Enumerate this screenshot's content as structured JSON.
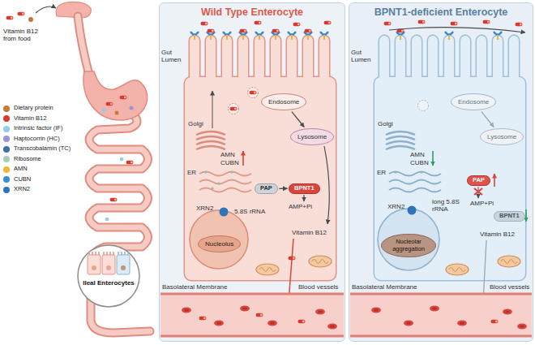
{
  "diagram": {
    "nodes": [
      {
        "text": [
          "Wild Type Enterocyte"
        ]
      },
      {
        "text": [
          "Endosome"
        ],
        "in": 0
      },
      {
        "text": [
          "Lysosome"
        ],
        "in": 0
      },
      {
        "text": [
          "Nucleolus"
        ],
        "in": 0
      },
      {
        "text": [
          "PAP"
        ],
        "in": 0
      },
      {
        "text": [
          "BPNT1"
        ],
        "in": 0
      },
      {
        "text": [
          "BPNT1-deficient Enterocyte"
        ]
      },
      {
        "text": [
          "Endosome"
        ],
        "in": 6
      },
      {
        "text": [
          "Lysosome"
        ],
        "in": 6
      },
      {
        "text": [
          "Nucleolar aggregation"
        ],
        "in": 6
      },
      {
        "text": [
          "PAP"
        ],
        "in": 6
      },
      {
        "text": [
          "BPNT1"
        ],
        "in": 6
      }
    ],
    "edges": [
      {
        "from": 1,
        "to": 2,
        "arrow": "to"
      },
      {
        "from": 4,
        "to": 5,
        "arrow": "to"
      },
      {
        "from": 7,
        "to": 8,
        "arrow": "to"
      }
    ],
    "labels": [
      "Vitamin B12 from food",
      "Ileal Enterocytes",
      "Gut Lumen",
      "Golgi",
      "AMN",
      "CUBN",
      "ER",
      "XRN2",
      "5.8S rRNA",
      "AMP+Pi",
      "Vitamin B12",
      "Basolateral Membrane",
      "Blood vessels",
      "Gut Lumen",
      "Golgi",
      "AMN",
      "CUBN",
      "ER",
      "XRN2",
      "long 5.8S rRNA",
      "AMP+Pi",
      "Vitamin B12",
      "Basolateral Membrane",
      "Blood vessels"
    ],
    "legend": [
      {
        "text": "Dietary protein",
        "color": "#c9783b"
      },
      {
        "text": "Vitamin B12",
        "color": "#d93a2e"
      },
      {
        "text": "Intrinsic factor (IF)",
        "color": "#8fd0e6"
      },
      {
        "text": "Haptocorrin (HC)",
        "color": "#9e93cf"
      },
      {
        "text": "Transcobalamin (TC)",
        "color": "#3f6fa8"
      },
      {
        "text": "Ribosome",
        "color": "#a9cdb8"
      },
      {
        "text": "AMN",
        "color": "#f2b632"
      },
      {
        "text": "CUBN",
        "color": "#3a8fd8"
      },
      {
        "text": "XRN2",
        "color": "#2f74b8"
      }
    ]
  }
}
